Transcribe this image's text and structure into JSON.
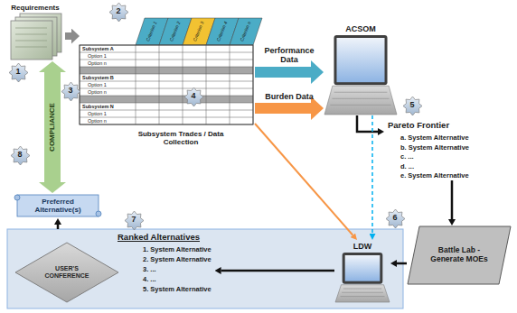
{
  "diagram": {
    "nodes": [
      {
        "text": [
          "Requirements"
        ]
      },
      {
        "text": [
          "Subsystem Trades / Data Collection"
        ]
      },
      {
        "text": [
          "ACSOM"
        ]
      },
      {
        "text": [
          "Pareto Frontier",
          "a. System Alternative",
          "b. System Alternative",
          "c. ...",
          "d. ...",
          "e. System Alternative"
        ]
      },
      {
        "text": [
          "Preferred Alternative(s)"
        ]
      },
      {
        "text": [
          "Ranked Alternatives",
          "1. System Alternative",
          "2. System Alternative",
          "3. ...",
          "4. ...",
          "5. System Alternative"
        ]
      },
      {
        "text": [
          "USER'S CONFERENCE"
        ],
        "in": 5
      },
      {
        "text": [
          "LDW"
        ],
        "in": 5
      },
      {
        "text": [
          "Battle Lab - Generate MOEs"
        ]
      }
    ],
    "edges": [
      {
        "from": 0,
        "to": 1,
        "arrow": "to"
      },
      {
        "from": 1,
        "to": 2,
        "label": "Performance Data",
        "arrow": "to"
      },
      {
        "from": 1,
        "to": 2,
        "label": "Burden Data",
        "arrow": "to"
      },
      {
        "from": 1,
        "to": 7,
        "arrow": "to"
      },
      {
        "from": 2,
        "to": 3,
        "arrow": "to"
      },
      {
        "from": 2,
        "to": 7,
        "arrow": "to"
      },
      {
        "from": 3,
        "to": 8,
        "arrow": "to"
      },
      {
        "from": 8,
        "to": 7,
        "arrow": "to"
      },
      {
        "from": 7,
        "to": 5,
        "arrow": "to"
      },
      {
        "from": 5,
        "to": 4,
        "arrow": "to"
      },
      {
        "from": 4,
        "to": 0,
        "label": "COMPLIANCE",
        "arrow": "both"
      }
    ],
    "labels": [
      "1",
      "2",
      "3",
      "4",
      "5",
      "6",
      "7",
      "8",
      "Criterion 1",
      "Criterion 2",
      "Criterion 3",
      "Criterion 4",
      "Criterion n",
      "Subsystem A",
      "Option 1",
      "Option n",
      "Subsystem B",
      "Option 1",
      "Option n",
      "Subsystem N",
      "Option 1",
      "Option n"
    ]
  }
}
